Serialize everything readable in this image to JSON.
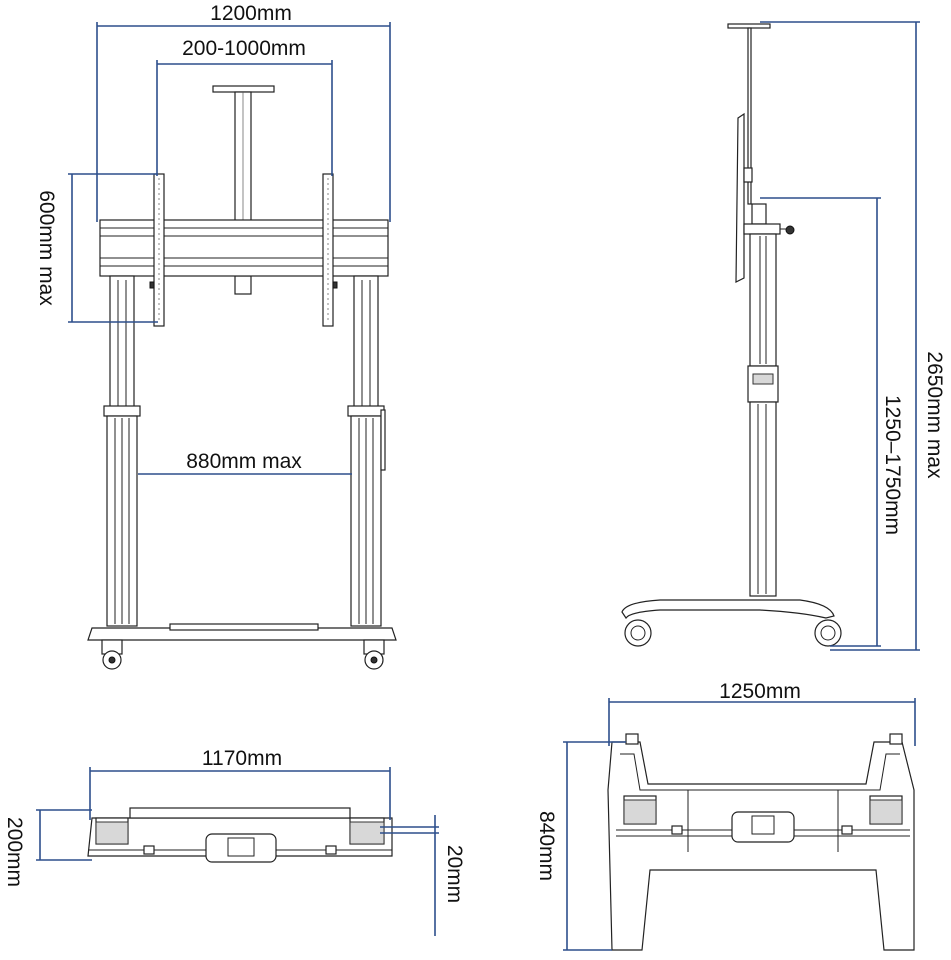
{
  "dimensions": {
    "front_width": "1200mm",
    "front_vesa_width": "200-1000mm",
    "front_vesa_height": "600mm max",
    "front_inner_width": "880mm max",
    "side_total_height": "2650mm max",
    "side_center_height": "1250–1750mm",
    "top_width": "1170mm",
    "top_depth": "200mm",
    "top_offset": "20mm",
    "base_width": "1250mm",
    "base_depth": "840mm"
  },
  "colors": {
    "dimension_line": "#2d4f8c",
    "drawing_line": "#222222"
  }
}
